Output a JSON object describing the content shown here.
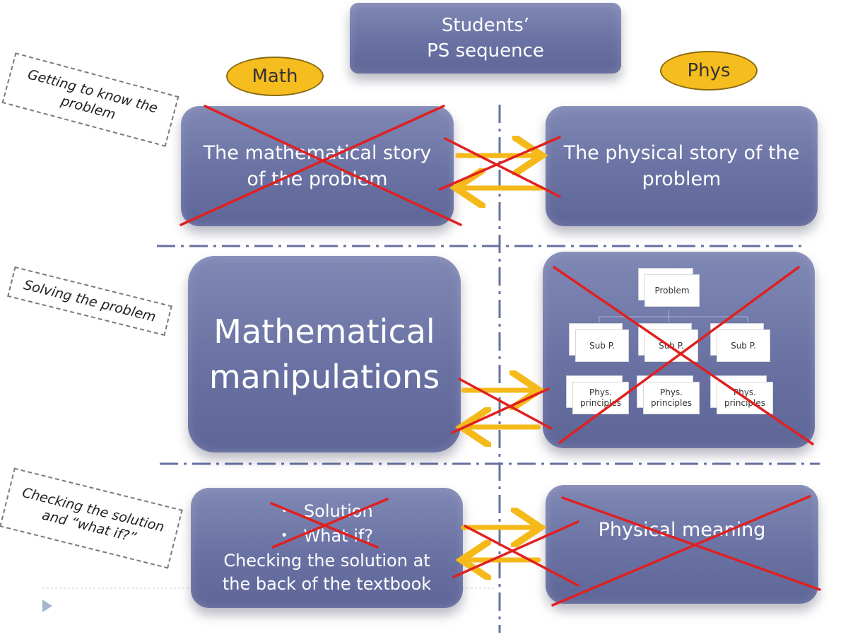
{
  "title": {
    "line1": "Students’",
    "line2": "PS sequence"
  },
  "columns": {
    "math": "Math",
    "phys": "Phys"
  },
  "stages": {
    "getting_to_know": "Getting to know the problem",
    "solving": "Solving the problem",
    "checking": "Checking the solution and  “what if?”"
  },
  "boxes": {
    "math_story": "The mathematical  story of the problem",
    "phys_story": "The physical story of the problem",
    "math_manip": "Mathematical manipulations",
    "math_check": {
      "bullets": [
        "Solution",
        "What if?"
      ],
      "text": "Checking the solution at the back of the textbook"
    },
    "phys_meaning": "Physical meaning"
  },
  "tree": {
    "root": "Problem",
    "sub": [
      "Sub P.",
      "Sub P.",
      "Sub P."
    ],
    "leaves": [
      "Phys. principles",
      "Phys. principles",
      "Phys. principles"
    ]
  },
  "colors": {
    "box": "#6a72a4",
    "oval": "#f5bd1e",
    "arrow": "#f5b91a",
    "cross": "#e02020",
    "divider": "#6670a0"
  },
  "icons": {
    "crossed_out": "red-x-icon",
    "flow": "double-arrow-icon",
    "slide_marker": "triangle-right-icon"
  }
}
